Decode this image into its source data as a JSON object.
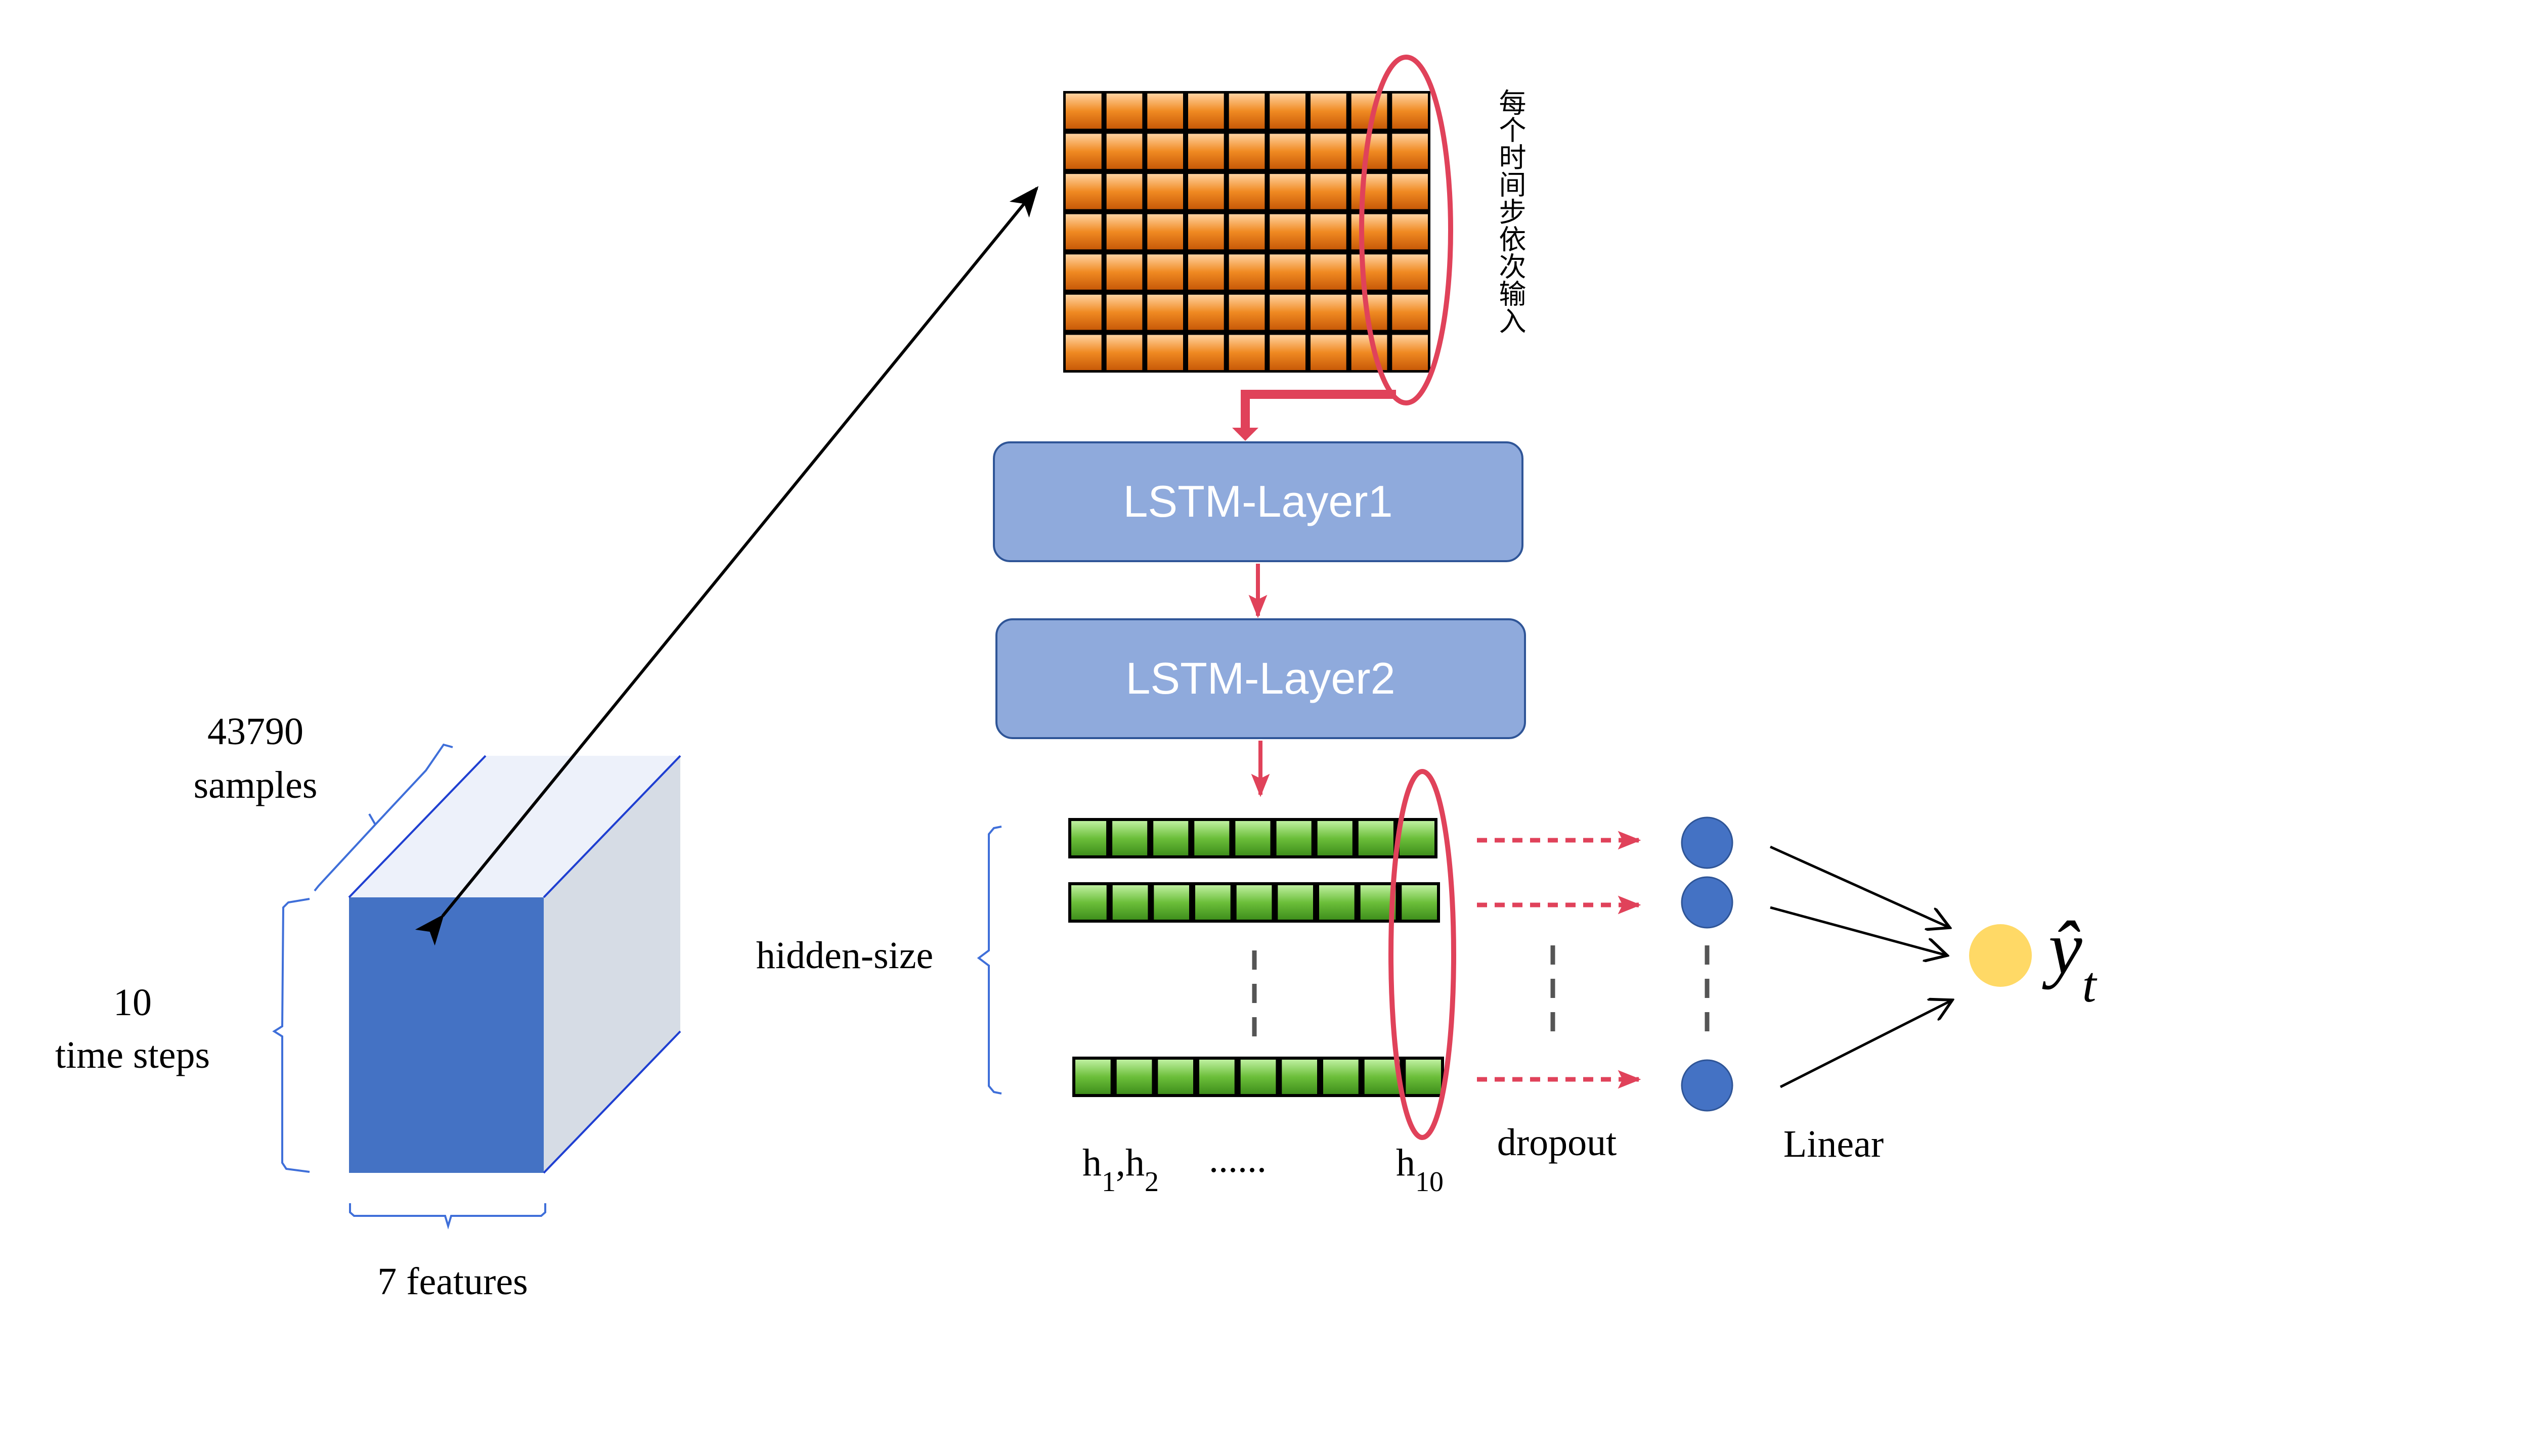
{
  "input_tensor": {
    "samples_count": "43790",
    "samples_label": "samples",
    "time_steps_count": "10",
    "time_steps_label": "time steps",
    "features_label": "7 features"
  },
  "input_matrix": {
    "rows": 7,
    "cols": 9,
    "annotation_vertical": "每个时间步依次输入"
  },
  "layers": [
    {
      "label": "LSTM-Layer1"
    },
    {
      "label": "LSTM-Layer2"
    }
  ],
  "hidden": {
    "size_label": "hidden-size",
    "cells_per_row": 9,
    "h_first": "h",
    "h_first_sub1": "1",
    "h_sep": ",h",
    "h_first_sub2": "2",
    "h_dots": "......",
    "h_last": "h",
    "h_last_sub": "10"
  },
  "dropout_label": "dropout",
  "linear_label": "Linear",
  "output": {
    "symbol": "ŷ",
    "subscript": "t"
  },
  "colors": {
    "cube_front": "#4472c4",
    "cube_top": "#edf1fa",
    "cube_side": "#d6dce5",
    "cube_edge": "#1f3fd1",
    "orange_cell": "#f07d19",
    "green_cell": "#6cbf3a",
    "layer_box": "#8faadc",
    "layer_border": "#2f5597",
    "accent_red": "#e0425a",
    "node_blue": "#4472c4",
    "output_yellow": "#ffd966",
    "brace_blue": "#3f6fd9"
  }
}
